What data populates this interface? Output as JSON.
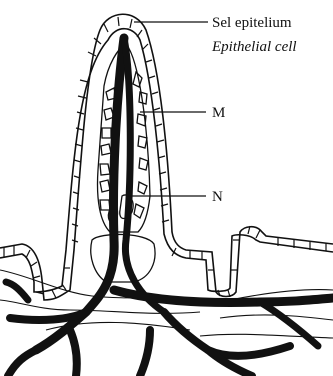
{
  "labels": {
    "epithelial_id": "Sel epitelium",
    "epithelial_en": "Epithelial cell",
    "m": "M",
    "n": "N"
  },
  "colors": {
    "ink": "#111111",
    "background": "#ffffff"
  }
}
